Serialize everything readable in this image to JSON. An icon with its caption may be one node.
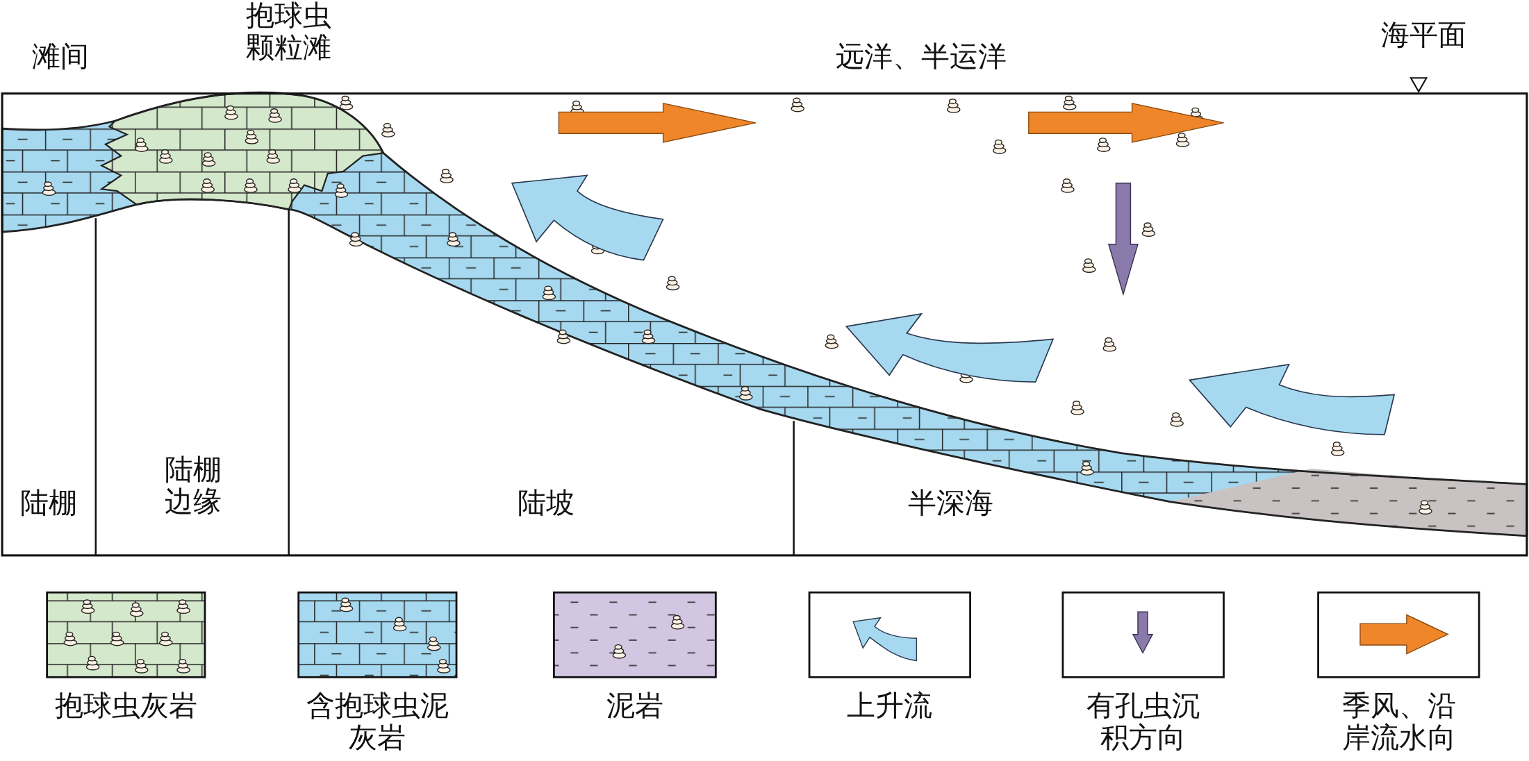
{
  "diagram": {
    "labels": [
      "滩间",
      "抱球虫颗粒滩",
      "远洋、半运洋",
      "海平面",
      "陆棚",
      "陆棚边缘",
      "陆坡",
      "半深海"
    ],
    "legend": [
      {
        "text": "抱球虫灰岩"
      },
      {
        "text": "含抱球虫泥灰岩"
      },
      {
        "text": "泥岩"
      },
      {
        "text": "上升流"
      },
      {
        "text": "有孔虫沉积方向"
      },
      {
        "text": "季风、沿岸流水向"
      }
    ]
  }
}
